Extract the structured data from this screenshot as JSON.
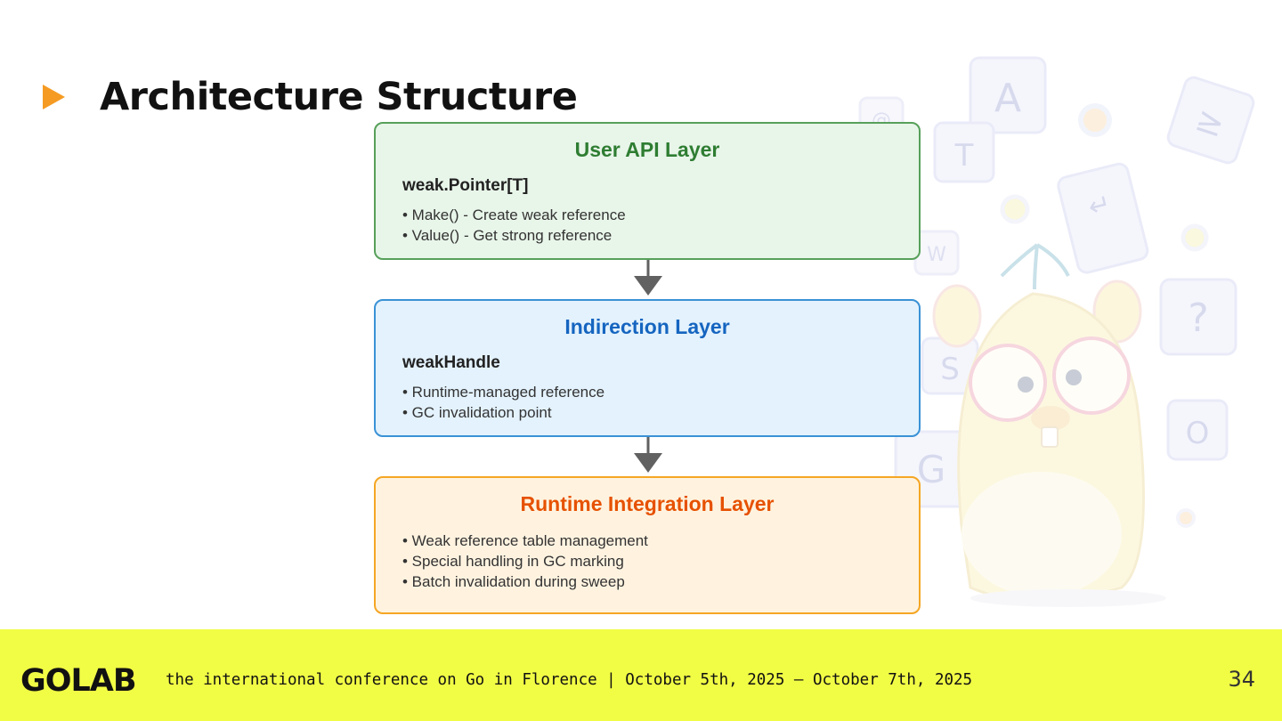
{
  "slide": {
    "title": "Architecture Structure",
    "page_number": "34"
  },
  "diagram": {
    "layers": [
      {
        "heading": "User API Layer",
        "subheading": "weak.Pointer[T]",
        "items": [
          "• Make() - Create weak reference",
          "• Value() - Get strong reference"
        ],
        "colors": {
          "fill": "#e8f5e9",
          "border": "#57a05a",
          "heading": "#2e7d32"
        }
      },
      {
        "heading": "Indirection Layer",
        "subheading": "weakHandle",
        "items": [
          "• Runtime-managed reference",
          "• GC invalidation point"
        ],
        "colors": {
          "fill": "#e3f2fd",
          "border": "#3a92d6",
          "heading": "#1565c0"
        }
      },
      {
        "heading": "Runtime Integration Layer",
        "items": [
          "• Weak reference table management",
          "• Special handling in GC marking",
          "• Batch invalidation during sweep"
        ],
        "colors": {
          "fill": "#fff3e0",
          "border": "#f5a623",
          "heading": "#e65100"
        }
      }
    ],
    "arrow_color": "#616161"
  },
  "footer": {
    "logo": "GOLAB",
    "tagline": "the international conference on Go in Florence | October 5th, 2025 – October 7th, 2025",
    "background": "#f1fc45"
  },
  "background_art": {
    "key_letters": [
      "A",
      "T",
      "@",
      "W",
      "S",
      "G",
      "?",
      "O",
      "≥",
      "↵"
    ]
  },
  "accent_color": "#f59b23"
}
